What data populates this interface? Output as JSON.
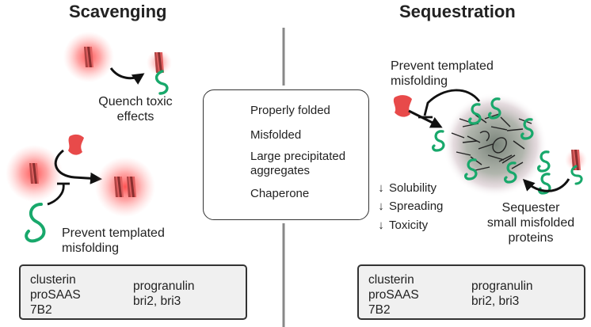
{
  "headings": {
    "left": "Scavenging",
    "right": "Sequestration"
  },
  "left_panel": {
    "quench_label": [
      "Quench toxic",
      "effects"
    ],
    "prevent_label": [
      "Prevent templated",
      "misfolding"
    ]
  },
  "right_panel": {
    "prevent_label": [
      "Prevent templated",
      "misfolding"
    ],
    "sequester_label": [
      "Sequester",
      "small misfolded",
      "proteins"
    ],
    "effects": [
      "Solubility",
      "Spreading",
      "Toxicity"
    ],
    "effects_arrow_symbol": "↓"
  },
  "legend": {
    "items": [
      {
        "label": [
          "Properly folded"
        ],
        "icon": "folded-protein-icon"
      },
      {
        "label": [
          "Misfolded"
        ],
        "icon": "misfolded-protein-icon"
      },
      {
        "label": [
          "Large precipitated",
          "aggregates"
        ],
        "icon": "aggregate-icon"
      },
      {
        "label": [
          "Chaperone"
        ],
        "icon": "chaperone-icon"
      }
    ]
  },
  "boxes": {
    "left": {
      "col1": [
        "clusterin",
        "proSAAS",
        "7B2"
      ],
      "col2": [
        "progranulin",
        "bri2, bri3"
      ]
    },
    "right": {
      "col1": [
        "clusterin",
        "proSAAS",
        "7B2"
      ],
      "col2": [
        "progranulin",
        "bri2, bri3"
      ]
    }
  },
  "colors": {
    "folded": "#e84a4a",
    "misfolded_dark": "#8a2f2f",
    "misfolded_light": "#e06060",
    "glow": "#ff5a5a",
    "chaperone": "#18a86b",
    "divider": "#888888",
    "box_fill": "#f0f0f0"
  }
}
